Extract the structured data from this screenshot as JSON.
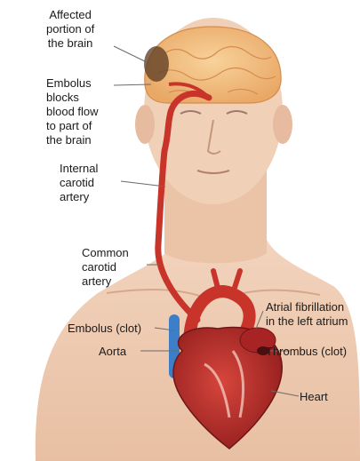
{
  "labels": {
    "affected": [
      "Affected",
      "portion of",
      "the brain"
    ],
    "embolus_blocks": [
      "Embolus",
      "blocks",
      "blood flow",
      "to part of",
      "the brain"
    ],
    "internal_carotid": [
      "Internal",
      "carotid",
      "artery"
    ],
    "common_carotid": [
      "Common",
      "carotid",
      "artery"
    ],
    "embolus_clot": "Embolus (clot)",
    "aorta": "Aorta",
    "atrial_fib": [
      "Atrial fibrillation",
      "in the left atrium"
    ],
    "thrombus": "Thrombus (clot)",
    "heart": "Heart"
  },
  "colors": {
    "skin": "#efcdb4",
    "skin_shadow": "#ddb095",
    "artery": "#c8332a",
    "vein": "#3c7fc8",
    "brain": "#f4c283",
    "heart": "#b42a2a",
    "leader": "#6b6b6b"
  }
}
